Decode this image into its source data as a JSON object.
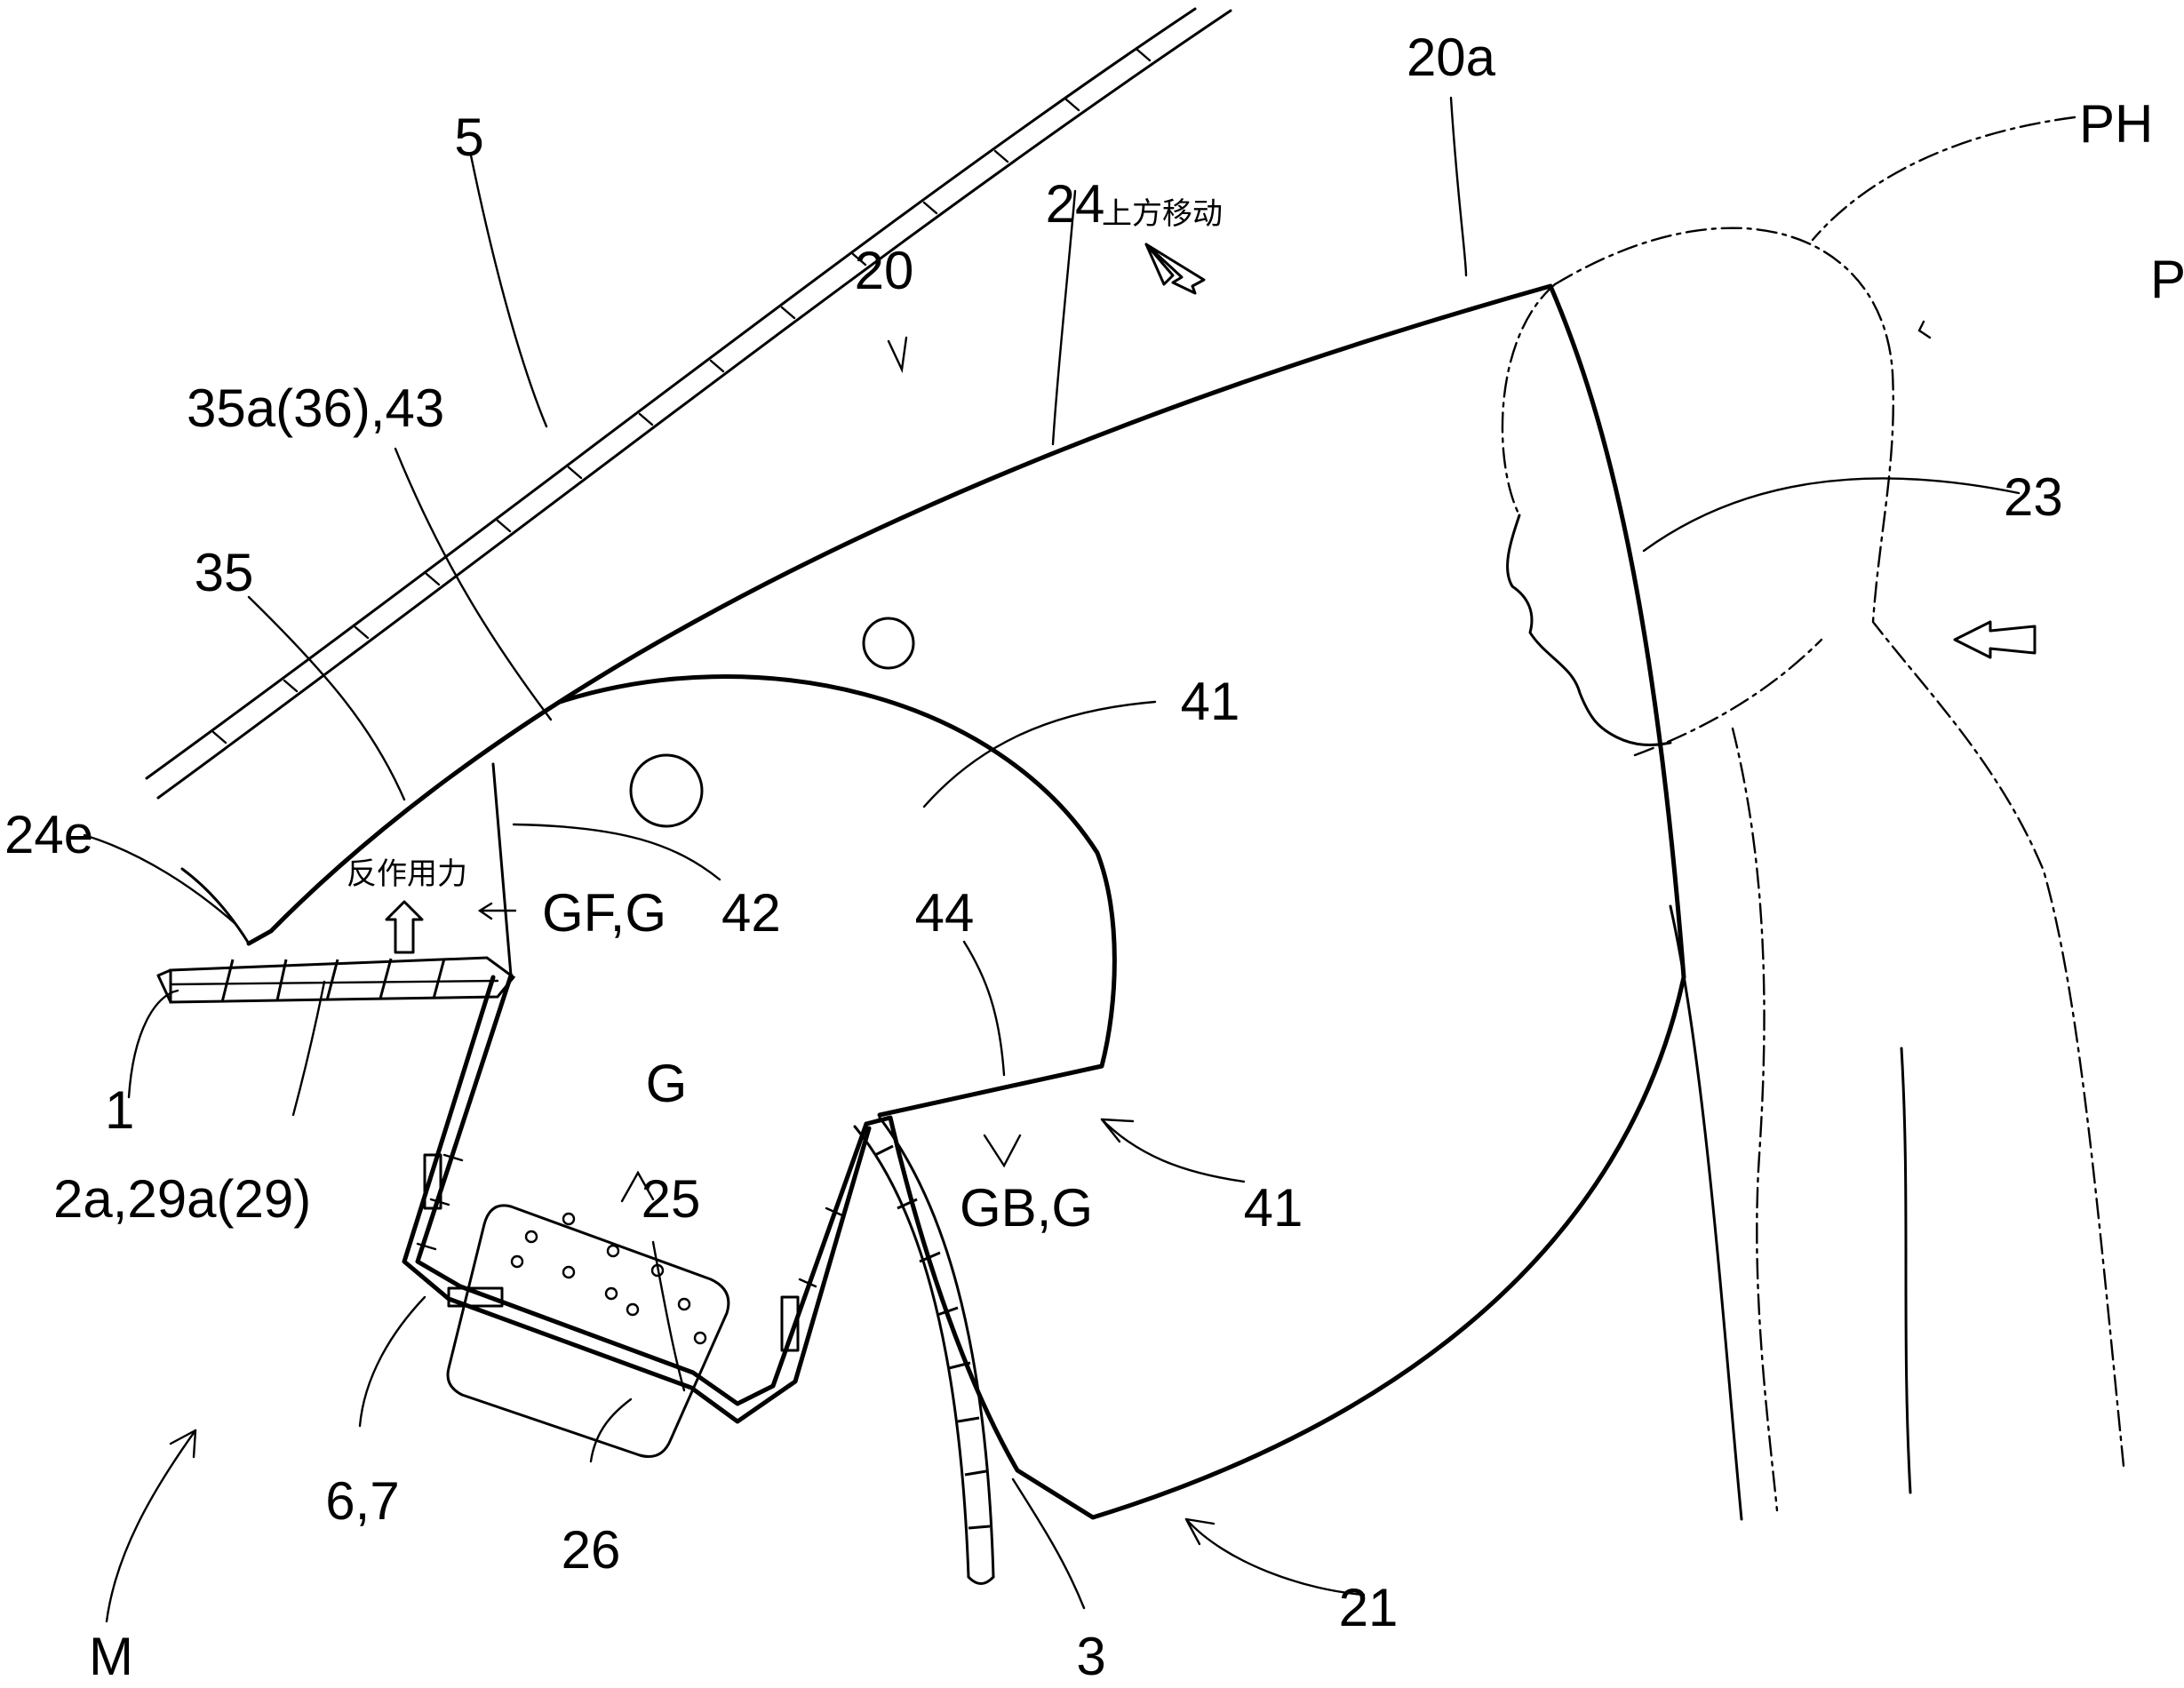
{
  "labels": {
    "l_5": "5",
    "l_20a": "20a",
    "l_PH": "PH",
    "l_P": "P",
    "l_24": "24",
    "l_20": "20",
    "l_35a": "35a(36),43",
    "l_23": "23",
    "l_35": "35",
    "l_41a": "41",
    "l_24e": "24e",
    "l_42": "42",
    "l_GFG": "GF,G",
    "l_44": "44",
    "l_G": "G",
    "l_1": "1",
    "l_2a": "2a,29a(29)",
    "l_25": "25",
    "l_GBG": "GB,G",
    "l_41b": "41",
    "l_67": "6,7",
    "l_26": "26",
    "l_21": "21",
    "l_3": "3",
    "l_M": "M"
  },
  "annotations": {
    "upward_move": "上方移动",
    "reaction_force": "反作用力"
  }
}
